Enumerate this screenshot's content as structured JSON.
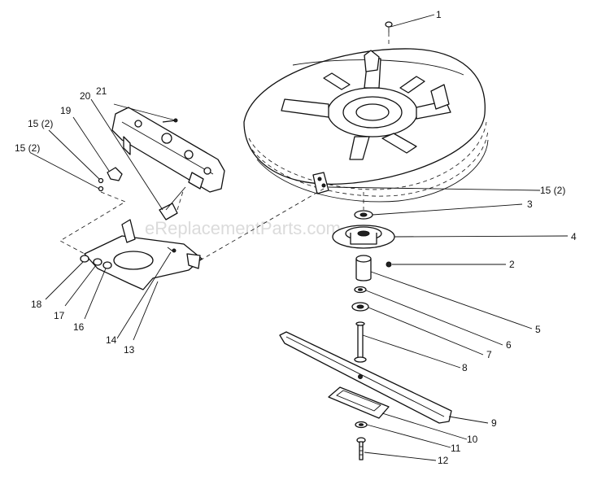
{
  "watermark": "eReplacementParts.com",
  "callouts": {
    "c1": "1",
    "c2": "2",
    "c3": "3",
    "c4": "4",
    "c5": "5",
    "c6": "6",
    "c7": "7",
    "c8": "8",
    "c9": "9",
    "c10": "10",
    "c11": "11",
    "c12": "12",
    "c13": "13",
    "c14": "14",
    "c15a": "15 (2)",
    "c15b": "15 (2)",
    "c15c": "15 (2)",
    "c16": "16",
    "c17": "17",
    "c18": "18",
    "c19": "19",
    "c20": "20",
    "c21": "21"
  }
}
